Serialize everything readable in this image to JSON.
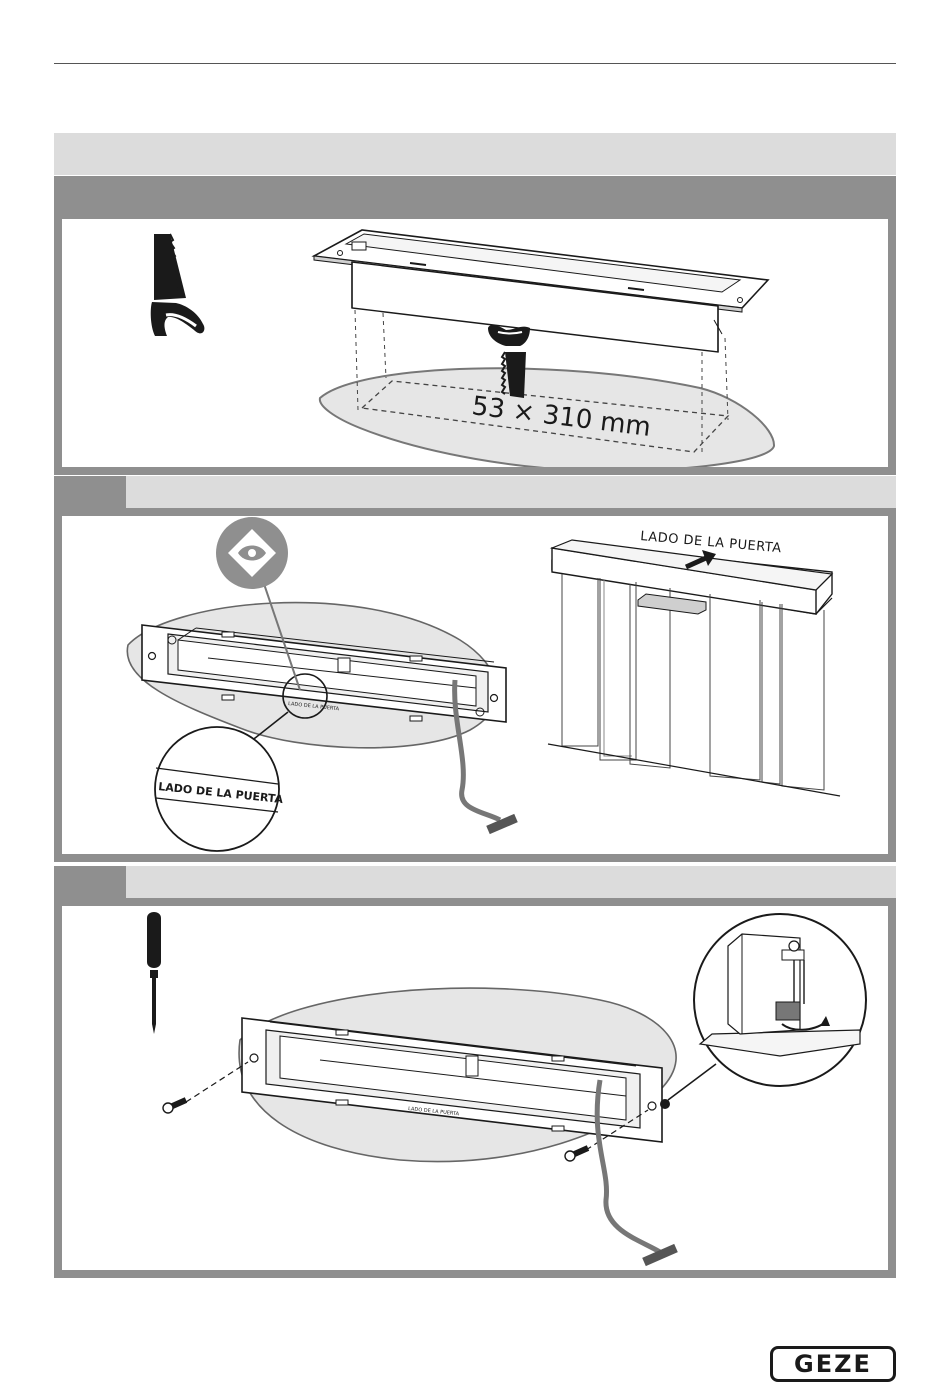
{
  "step1": {
    "cutout_dimension": "53 × 310 mm",
    "tool_icon": "saw-icon"
  },
  "step2": {
    "door_side_label": "LADO DE LA PUERTA",
    "door_side_tag": "LADO DE LA PUERTA",
    "inspect_icon": "eye-icon"
  },
  "step3": {
    "frame_label": "LADO DE LA PUERTA",
    "tool_icon": "screwdriver-icon"
  },
  "brand": {
    "logo_text": "GEZE"
  }
}
